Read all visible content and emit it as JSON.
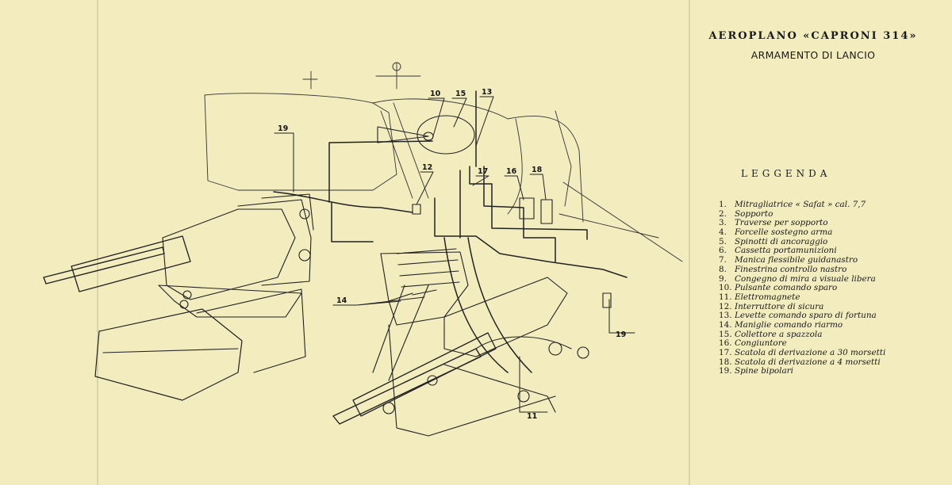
{
  "title": {
    "main": "AEROPLANO «CAPRONI 314»",
    "sub": "ARMAMENTO DI LANCIO"
  },
  "legend": {
    "heading": "LEGGENDA",
    "items": [
      {
        "num": "1.",
        "text": "Mitragliatrice « Safat » cal. 7,7"
      },
      {
        "num": "2.",
        "text": "Sopporto"
      },
      {
        "num": "3.",
        "text": "Traverse per sopporto"
      },
      {
        "num": "4.",
        "text": "Forcelle sostegno arma"
      },
      {
        "num": "5.",
        "text": "Spinotti di ancoraggio"
      },
      {
        "num": "6.",
        "text": "Cassetta portamunizioni"
      },
      {
        "num": "7.",
        "text": "Manica flessibile guidanastro"
      },
      {
        "num": "8.",
        "text": "Finestrina controllo nastro"
      },
      {
        "num": "9.",
        "text": "Congegno di mira a visuale libera"
      },
      {
        "num": "10.",
        "text": "Pulsante comando sparo"
      },
      {
        "num": "11.",
        "text": "Elettromagnete"
      },
      {
        "num": "12.",
        "text": "Interruttore di sicura"
      },
      {
        "num": "13.",
        "text": "Levette comando sparo di fortuna"
      },
      {
        "num": "14.",
        "text": "Maniglie comando riarmo"
      },
      {
        "num": "15.",
        "text": "Collettore a spazzola"
      },
      {
        "num": "16.",
        "text": "Congiuntore"
      },
      {
        "num": "17.",
        "text": "Scatola di derivazione a 30 morsetti"
      },
      {
        "num": "18.",
        "text": "Scatola di derivazione a 4 morsetti"
      },
      {
        "num": "19.",
        "text": "Spine bipolari"
      }
    ]
  },
  "callouts": [
    "19",
    "10",
    "15",
    "13",
    "12",
    "17",
    "16",
    "18",
    "14",
    "19",
    "11"
  ],
  "colors": {
    "paper": "#f2ecbf",
    "ink": "#1a1a1a"
  }
}
